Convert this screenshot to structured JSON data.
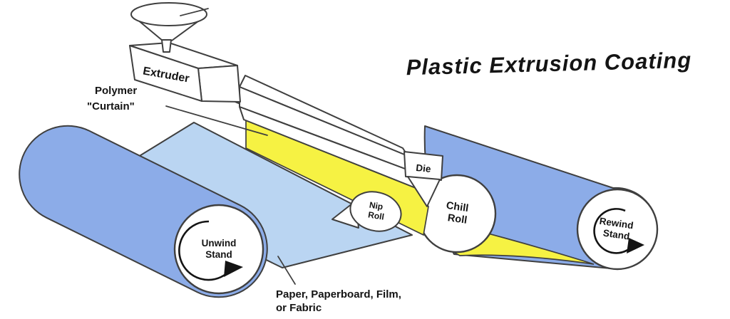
{
  "title": "Plastic Extrusion Coating",
  "colors": {
    "roll_blue": "#8cace8",
    "web_blue": "#bad5f2",
    "polymer_yellow": "#f6f243",
    "white": "#ffffff",
    "outline": "#3f3f3f",
    "text": "#141414"
  },
  "labels": {
    "extruder": "Extruder",
    "polymer_curtain": {
      "line1": "Polymer",
      "line2": "\"Curtain\""
    },
    "die": "Die",
    "nip_roll": {
      "line1": "Nip",
      "line2": "Roll"
    },
    "chill_roll": {
      "line1": "Chill",
      "line2": "Roll"
    },
    "unwind_stand": {
      "line1": "Unwind",
      "line2": "Stand"
    },
    "rewind_stand": {
      "line1": "Rewind",
      "line2": "Stand"
    },
    "substrate": {
      "line1": "Paper, Paperboard, Film,",
      "line2": "or Fabric"
    }
  }
}
